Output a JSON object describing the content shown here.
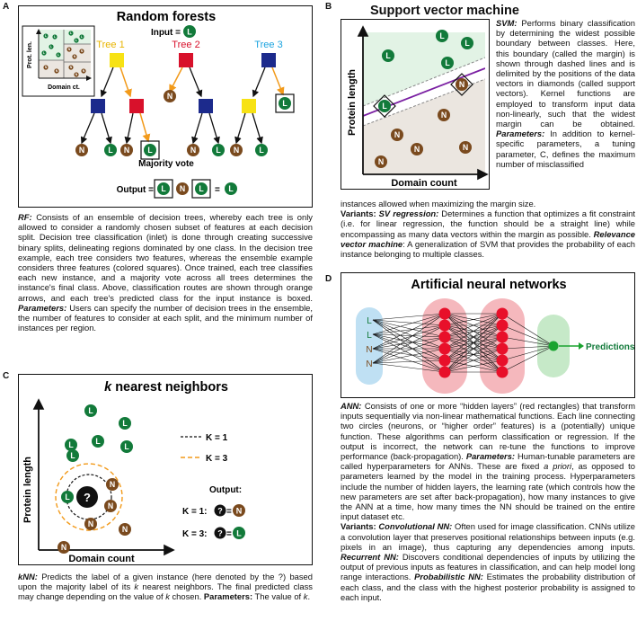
{
  "panels": {
    "A": {
      "letter": "A",
      "title": "Random forests",
      "input_label": "Input =",
      "input_class": "L",
      "inlet": {
        "ylabel": "Prot. len.",
        "xlabel": "Domain ct."
      },
      "trees": [
        {
          "label": "Tree 1",
          "color": "#e8b400"
        },
        {
          "label": "Tree 2",
          "color": "#d8112b"
        },
        {
          "label": "Tree 3",
          "color": "#1aa3df"
        }
      ],
      "leaves": [
        "N",
        "L",
        "L",
        "N",
        "N",
        "L",
        "N",
        "L",
        "L"
      ],
      "majority_vote": "Majority vote",
      "output_label": "Output =",
      "output_votes": [
        "L",
        "N",
        "L"
      ],
      "output_equals": "=",
      "output_result": "L",
      "caption": {
        "rf_term": "RF:",
        "rf_text": " Consists of an ensemble of decision trees, whereby each tree is only allowed to consider a randomly chosen subset of features at each decision split. Decision tree classification (inlet) is done through creating successive binary splits, delineating regions dominated by one class. In the decision tree example, each tree considers two features, whereas the ensemble example considers three features (colored squares). Once trained, each tree classifies each new instance, and a majority vote across all trees determines the instance's final class. Above, classification routes are shown through orange arrows, and each tree's predicted class for the input instance is boxed. ",
        "params_term": "Parameters:",
        "params_text": " Users can specify the number of decision trees in the ensemble, the number of features to consider at each split, and the minimum number of instances per region."
      }
    },
    "B": {
      "letter": "B",
      "title": "Support vector machine",
      "ylabel": "Protein length",
      "xlabel": "Domain count",
      "caption_side": {
        "svm_term": "SVM:",
        "svm_text": " Performs binary classification by determining the widest possible boundary between classes. Here, this boundary (called the margin) is shown through dashed lines and is delimited by the positions of the data vectors in diamonds (called support vectors). Kernel functions are employed to transform input data non-linearly, such that the widest margin can be obtained. ",
        "params_term": "Parameters:",
        "params_text": " In addition to kernel-specific parameters, a tuning parameter, C, defines the maximum number of misclassified"
      },
      "caption_bottom": {
        "cont_text": "instances allowed when maximizing the margin size.",
        "variants_label": "Variants:",
        "svr_term": "SV regression:",
        "svr_text": " Determines a function that optimizes a fit constraint (i.e. for linear regression, the function should be a straight line) while encompassing as many data vectors within the margin as possible. ",
        "rvm_term": "Relevance vector machine",
        "rvm_text": ": A generalization of SVM that provides the probability of each instance belonging to multiple classes."
      }
    },
    "C": {
      "letter": "C",
      "title_k": "k",
      "title_rest": " nearest neighbors",
      "ylabel": "Protein length",
      "xlabel": "Domain count",
      "legend_k1": "K = 1",
      "legend_k3": "K = 3",
      "output_label": "Output:",
      "out_k1_label": "K = 1:",
      "out_k1_result": "N",
      "out_k3_label": "K = 3:",
      "out_k3_result": "L",
      "query": "?",
      "eq": "=",
      "caption": {
        "knn_term": "kNN:",
        "knn_text": " Predicts the label of a given instance (here denoted by the ?) based upon the majority label of its ",
        "k1": "k",
        "knn_text2": " nearest neighbors. The final predicted class may change depending on the value of ",
        "k2": "k",
        "knn_text3": " chosen. ",
        "params_term": "Parameters:",
        "params_text": " The value of ",
        "k3": "k",
        "end": "."
      }
    },
    "D": {
      "letter": "D",
      "title": "Artificial neural networks",
      "inputs": [
        "L",
        "L",
        "N",
        "N"
      ],
      "predictions_label": "Predictions",
      "caption": {
        "ann_term": "ANN:",
        "ann_text": " Consists of one or more “hidden layers” (red rectangles) that transform inputs sequentially via non-linear mathematical functions. Each line connecting two circles (neurons, or “higher order” features) is a (potentially) unique function. These algorithms can perform classification or regression. If the output is incorrect, the network can re-tune the functions to improve performance (back-propagation). ",
        "params_term": "Parameters:",
        "params_text": " Human-tunable parameters are called hyperparameters for ANNs. These are fixed ",
        "apriori": "a priori",
        "params_text2": ", as opposed to parameters learned by the model in the training process. Hyperparameters include the number of hidden layers, the learning rate (which controls how the new parameters are set after back-propagation), how many instances to give the ANN at a time, how many times the NN should be trained on the entire input dataset etc.",
        "variants_label": "Variants:",
        "cnn_term": "Convolutional NN:",
        "cnn_text": " Often used for image classification. CNNs utilize a convolution layer that preserves positional relationships between inputs (e.g. pixels in an image), thus capturing any dependencies among inputs. ",
        "rnn_term": "Recurrent NN:",
        "rnn_text": " Discovers conditional dependencies of inputs by utilizing the output of previous inputs as features in classification, and can help model long range interactions. ",
        "pnn_term": "Probabilistic NN:",
        "pnn_text": " Estimates the probability distribution of each class, and the class with the highest posterior probability is assigned to each input."
      }
    }
  },
  "colors": {
    "class_L": "#127a3a",
    "class_N": "#7a4a1e",
    "hidden_layer_bg": "#f5b8bd",
    "neuron": "#e8102a",
    "input_layer_bg": "#bfe0f3",
    "output_layer_bg": "#c6e9c8",
    "output_neuron": "#1aa32f",
    "svm_upper": "#e2f3e5",
    "svm_lower": "#ebe6e0",
    "svm_boundary": "#7a1fa2",
    "orange_arrow": "#f29a1a",
    "tree_node_blue": "#1c2a8c",
    "tree_node_yellow": "#f7e214",
    "tree_node_red": "#d8112b"
  }
}
